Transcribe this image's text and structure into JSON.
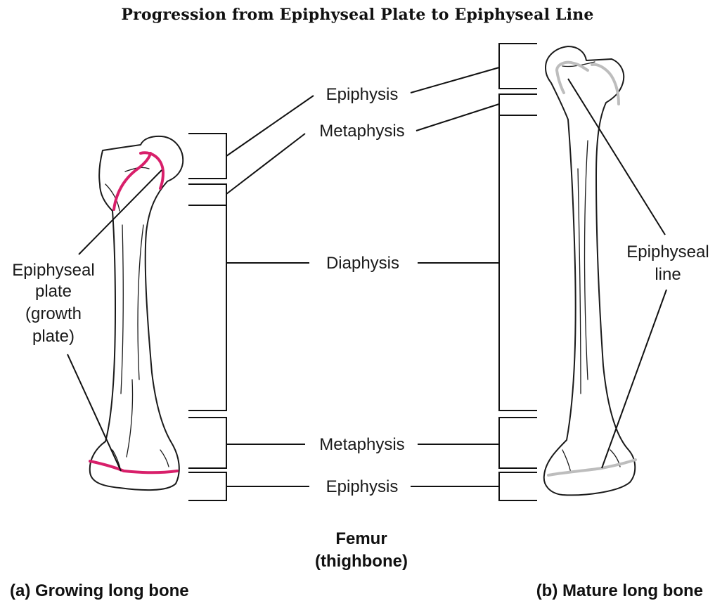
{
  "title": "Progression from Epiphyseal Plate to Epiphyseal Line",
  "labels": {
    "epiphysis_top": "Epiphysis",
    "metaphysis_top": "Metaphysis",
    "diaphysis": "Diaphysis",
    "metaphysis_bottom": "Metaphysis",
    "epiphysis_bottom": "Epiphysis"
  },
  "left_annotation": {
    "lines": [
      "Epiphyseal",
      "plate",
      "(growth",
      "plate)"
    ]
  },
  "right_annotation": {
    "lines": [
      "Epiphyseal",
      "line"
    ]
  },
  "center_caption": {
    "line1": "Femur",
    "line2": "(thighbone)"
  },
  "panel_a_caption": "(a) Growing long bone",
  "panel_b_caption": "(b) Mature long bone",
  "colors": {
    "growth_plate": "#d81f6a",
    "epiphyseal_line": "#bdbdbd",
    "outline": "#1a1a1a"
  }
}
